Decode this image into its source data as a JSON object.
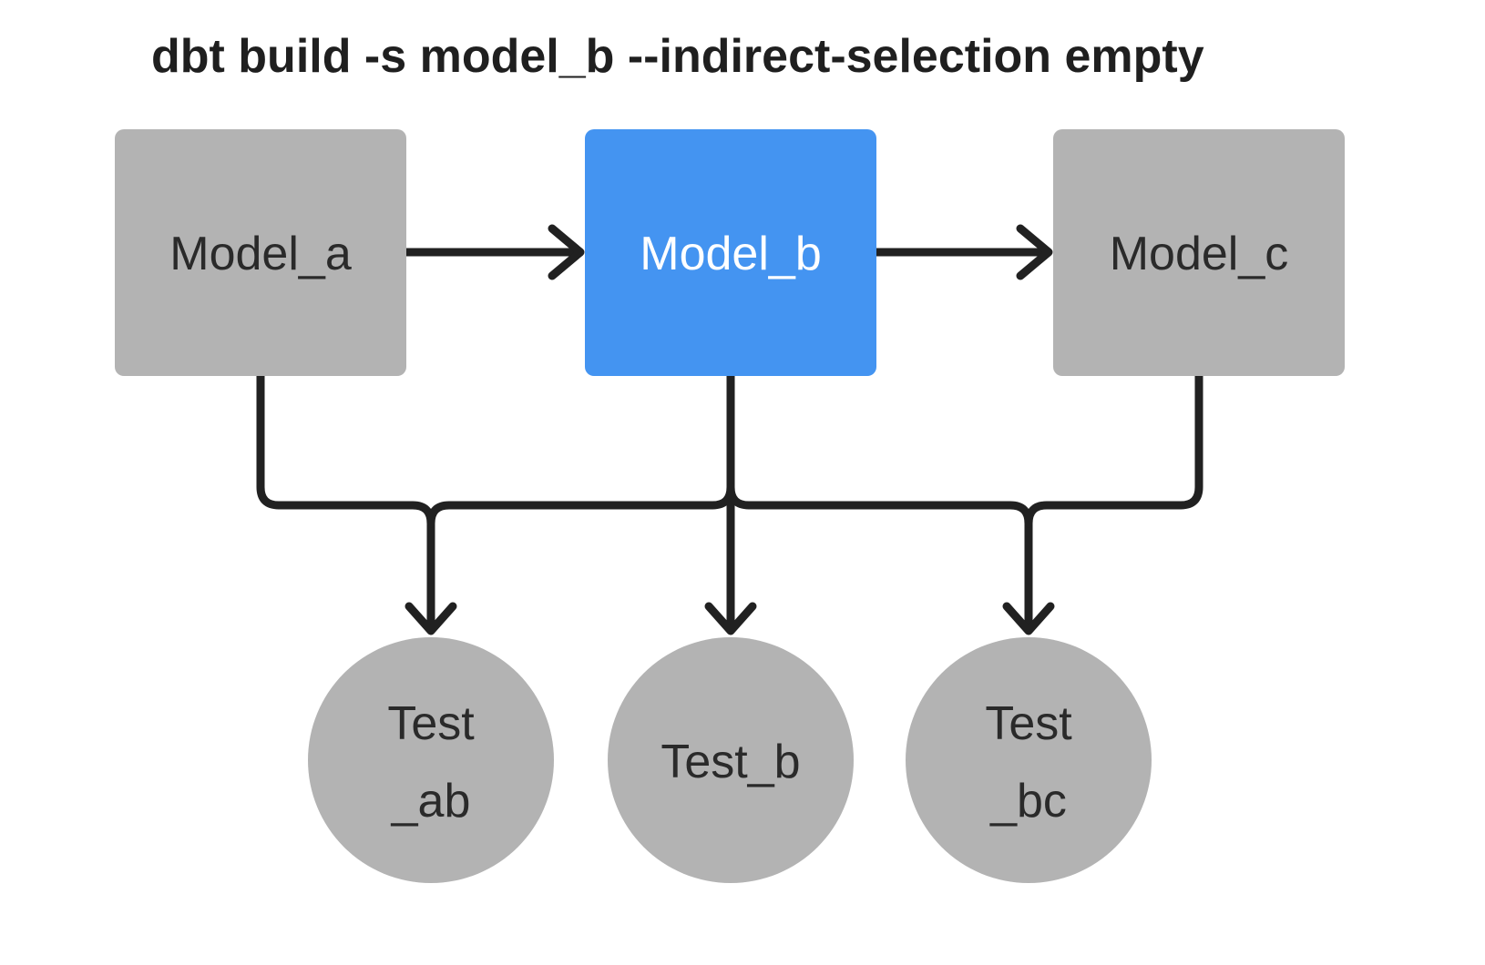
{
  "title": {
    "text": "dbt build -s model_b --indirect-selection empty"
  },
  "nodes": {
    "model_a": {
      "label": "Model_a",
      "kind": "model",
      "selected": false
    },
    "model_b": {
      "label": "Model_b",
      "kind": "model",
      "selected": true
    },
    "model_c": {
      "label": "Model_c",
      "kind": "model",
      "selected": false
    },
    "test_ab": {
      "label_line1": "Test",
      "label_line2": "_ab",
      "kind": "test"
    },
    "test_b": {
      "label_line1": "Test_b",
      "kind": "test"
    },
    "test_bc": {
      "label_line1": "Test",
      "label_line2": "_bc",
      "kind": "test"
    }
  },
  "edges": [
    {
      "from": "model_a",
      "to": "model_b"
    },
    {
      "from": "model_b",
      "to": "model_c"
    },
    {
      "from": "model_a",
      "to": "test_ab"
    },
    {
      "from": "model_b",
      "to": "test_ab"
    },
    {
      "from": "model_b",
      "to": "test_b"
    },
    {
      "from": "model_b",
      "to": "test_bc"
    },
    {
      "from": "model_c",
      "to": "test_bc"
    }
  ],
  "colors": {
    "node_gray": "#b3b3b3",
    "selected_blue": "#4494f1",
    "edge_dark": "#212121",
    "node_text_dark": "#2a2a2a",
    "node_text_light": "#ffffff",
    "title_text": "#1f1f1f",
    "background": "#ffffff"
  }
}
